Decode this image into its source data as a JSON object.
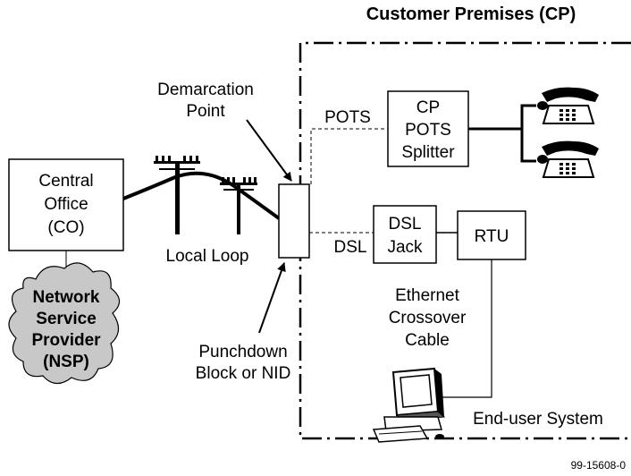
{
  "title": "Customer Premises (CP)",
  "labels": {
    "demarcation_1": "Demarcation",
    "demarcation_2": "Point",
    "pots": "POTS",
    "dsl": "DSL",
    "local_loop": "Local Loop",
    "punchdown_1": "Punchdown",
    "punchdown_2": "Block or NID",
    "ethernet_1": "Ethernet",
    "ethernet_2": "Crossover",
    "ethernet_3": "Cable",
    "end_user": "End-user System",
    "figure_id": "99-15608-0"
  },
  "nodes": {
    "central_office": [
      "Central",
      "Office",
      "(CO)"
    ],
    "nsp": [
      "Network",
      "Service",
      "Provider",
      "(NSP)"
    ],
    "cp_pots_splitter": [
      "CP",
      "POTS",
      "Splitter"
    ],
    "dsl_jack": [
      "DSL",
      "Jack"
    ],
    "rtu": "RTU"
  },
  "icons": [
    "telephone-icon",
    "telephone-icon",
    "utility-pole-icon",
    "utility-pole-icon",
    "computer-icon",
    "cloud-shape"
  ],
  "colors": {
    "cloud_fill": "#c8c8c8",
    "line": "#000000"
  }
}
